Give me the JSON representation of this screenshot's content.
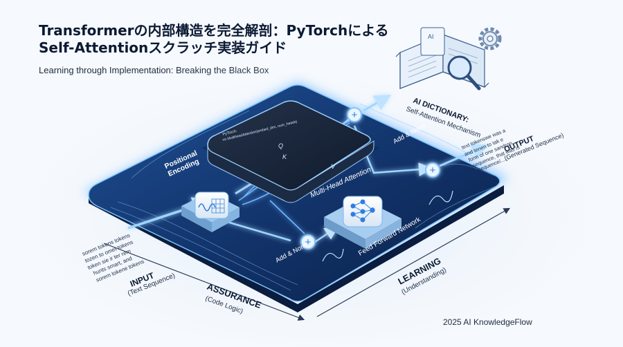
{
  "header": {
    "title_line1": "Transformerの内部構造を完全解剖：PyTorchによる",
    "title_line2": "Self-Attentionスクラッチ実装ガイド",
    "subtitle": "Learning through Implementation: Breaking the Black Box"
  },
  "dictionary": {
    "icon": "open-book-magnifier-gear",
    "book_tag": "AI",
    "title": "AI DICTIONARY:",
    "subtitle": "Self-Attention Mechanism"
  },
  "blocks": {
    "positional_encoding": "Positional Encoding",
    "code_line1": "PyTorch:",
    "code_line2": "nn.MultiheadAttention(embed_dim, num_heads)",
    "q_label": "Q",
    "k_label": "K",
    "v_label": "V",
    "multi_head_attention": "Multi-Head Attention",
    "feed_forward_network": "Feed Forward Network",
    "add_norm_1": "Add & Norm",
    "add_norm_2": "Add & Norm"
  },
  "input": {
    "scribble_lines": [
      "sorem tokens tokens",
      "tozen to omet tokens",
      "token sie ir ter rem",
      "hunts smart, and",
      "sorem tokene tokens"
    ],
    "label": "INPUT",
    "sub": "(Text Sequence)"
  },
  "output": {
    "scribble_lines": [
      "text tokenswe was a",
      "and tenen to tak e",
      "form of one sandron,",
      "sequence, that was Is",
      "sequence/......"
    ],
    "label": "OUTPUT",
    "sub": "(Generated Sequence)"
  },
  "axes": {
    "assurance_label": "ASSURANCE",
    "assurance_sub": "(Code Logic)",
    "learning_label": "LEARNING",
    "learning_sub": "(Understanding)"
  },
  "footer": {
    "credit": "2025 AI KnowledgeFlow"
  },
  "colors": {
    "accent": "#2f7de1",
    "glow": "#5ab0ff",
    "platform": "#14386f",
    "platform_dark": "#0b2450",
    "text": "#0b1a33"
  }
}
